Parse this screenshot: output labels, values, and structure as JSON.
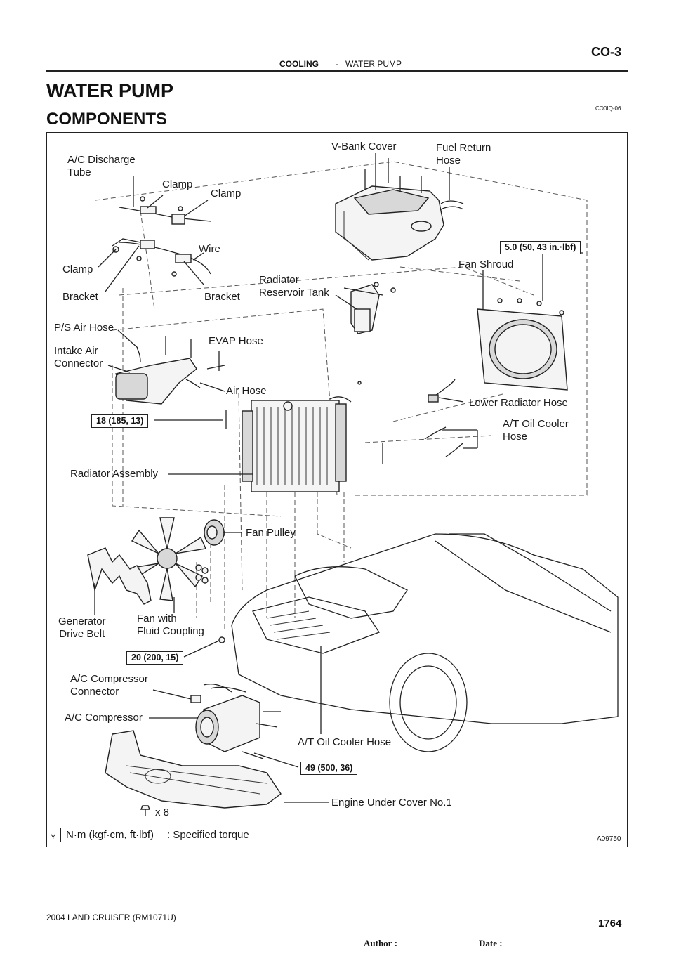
{
  "header": {
    "section": "COOLING",
    "separator": "-",
    "subsection": "WATER PUMP",
    "page_code": "CO-3"
  },
  "title": "WATER PUMP",
  "subtitle": "COMPONENTS",
  "doc_code": "CO0IQ-06",
  "figure_code": "A09750",
  "figure_corner": "Y",
  "labels": {
    "ac_discharge_tube": "A/C Discharge\nTube",
    "clamp_1": "Clamp",
    "clamp_2": "Clamp",
    "clamp_3": "Clamp",
    "wire": "Wire",
    "bracket_1": "Bracket",
    "bracket_2": "Bracket",
    "vbank_cover": "V-Bank  Cover",
    "fuel_return_hose": "Fuel Return\nHose",
    "fan_shroud": "Fan Shroud",
    "radiator_reservoir_tank": "Radiator\nReservoir Tank",
    "ps_air_hose": "P/S Air Hose",
    "intake_air_connector": "Intake Air\nConnector",
    "evap_hose": "EVAP Hose",
    "air_hose": "Air Hose",
    "lower_radiator_hose": "Lower Radiator Hose",
    "at_oil_cooler_hose_1": "A/T Oil Cooler\nHose",
    "radiator_assembly": "Radiator Assembly",
    "fan_pulley": "Fan Pulley",
    "generator_drive_belt": "Generator\nDrive Belt",
    "fan_with_fluid_coupling": "Fan with\nFluid Coupling",
    "ac_compressor_connector": "A/C Compressor\nConnector",
    "ac_compressor": "A/C Compressor",
    "at_oil_cooler_hose_2": "A/T Oil Cooler Hose",
    "engine_under_cover": "Engine Under Cover No.1",
    "bolt_count": "x 8"
  },
  "torques": {
    "t1": "5.0 (50, 43 in.·lbf)",
    "t2": "18 (185, 13)",
    "t3": "20 (200, 15)",
    "t4": "49 (500, 36)"
  },
  "legend": {
    "unit": "N·m (kgf·cm, ft·lbf)",
    "meaning": ": Specified torque"
  },
  "footer": {
    "model": "2004 LAND CRUISER   (RM1071U)",
    "author_label": "Author :",
    "date_label": "Date :",
    "page_number": "1764"
  }
}
